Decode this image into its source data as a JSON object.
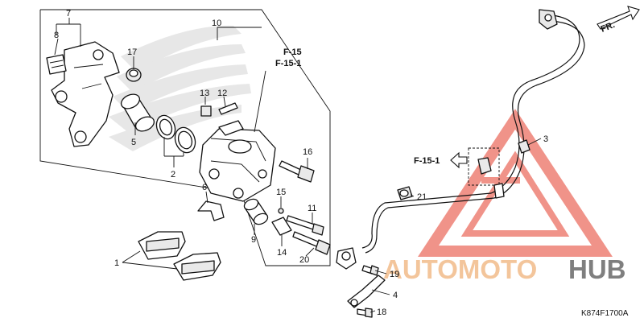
{
  "figure_code": "K874F1700A",
  "forward_marker": "FR.",
  "references": {
    "top": "F-15",
    "top_sub": "F-15-1",
    "side": "F-15-1"
  },
  "callouts": {
    "c1": "1",
    "c2": "2",
    "c3": "3",
    "c4": "4",
    "c5": "5",
    "c6": "6",
    "c7": "7",
    "c8": "8",
    "c9": "9",
    "c10": "10",
    "c11": "11",
    "c12": "12",
    "c13": "13",
    "c14": "14",
    "c15": "15",
    "c16": "16",
    "c17": "17",
    "c18": "18",
    "c19": "19",
    "c20": "20",
    "c21": "21"
  },
  "watermark": {
    "text_auto": "AUTOMOTO",
    "text_hub": "HUB",
    "color_primary": "#e74c3c",
    "color_secondary": "#f0b27a",
    "color_dark": "#555555"
  }
}
